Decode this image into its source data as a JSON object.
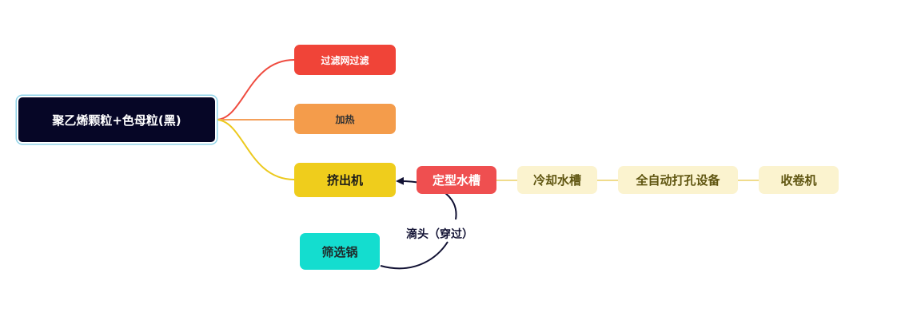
{
  "colors": {
    "root_bg": "#060626",
    "filter_bg": "#f04438",
    "heat_bg": "#f49c4b",
    "extruder_bg": "#efcd1c",
    "shape_bg": "#ef4f50",
    "pale_bg": "#fbf3cf",
    "screen_bg": "#14ddcf",
    "connector_red": "#ef4b3f",
    "connector_orange": "#f4a05a",
    "connector_yellow": "#ecc91d",
    "connector_pale": "#f0dc8c",
    "arrow": "#111133"
  },
  "mindmap": {
    "root": {
      "label": "聚乙烯颗粒+色母粒(黑)"
    },
    "branches": [
      {
        "label": "过滤网过滤"
      },
      {
        "label": "加热"
      },
      {
        "label": "挤出机"
      }
    ],
    "chain": [
      {
        "label": "定型水槽"
      },
      {
        "label": "冷却水槽"
      },
      {
        "label": "全自动打孔设备"
      },
      {
        "label": "收卷机"
      }
    ],
    "floating": {
      "label": "筛选锅"
    },
    "relation": {
      "label": "滴头（穿过）"
    }
  }
}
